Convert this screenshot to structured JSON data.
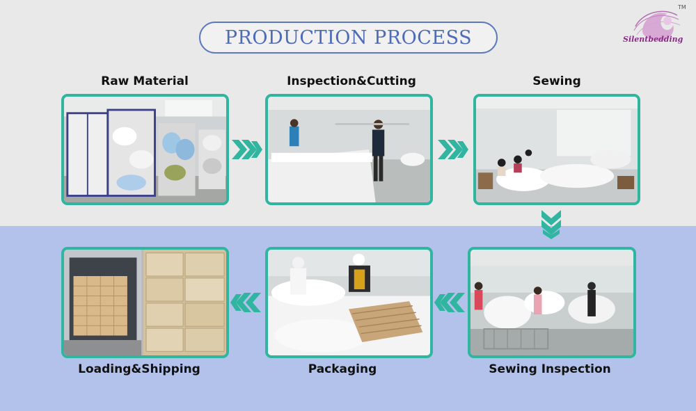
{
  "title": "PRODUCTION PROCESS",
  "brand": {
    "name": "Silentbedding",
    "trademark": "TM"
  },
  "steps": [
    {
      "label": "Raw Material",
      "photo_icon": "raw-material-photo"
    },
    {
      "label": "Inspection&Cutting",
      "photo_icon": "inspection-cutting-photo"
    },
    {
      "label": "Sewing",
      "photo_icon": "sewing-photo"
    },
    {
      "label": "Sewing Inspection",
      "photo_icon": "sewing-inspection-photo"
    },
    {
      "label": "Packaging",
      "photo_icon": "packaging-photo"
    },
    {
      "label": "Loading&Shipping",
      "photo_icon": "loading-shipping-photo"
    }
  ],
  "colors": {
    "accent": "#2fb5a0",
    "title": "#4d6bb6",
    "top_band": "#e9e9e9",
    "bottom_band": "#b2c2ea"
  }
}
